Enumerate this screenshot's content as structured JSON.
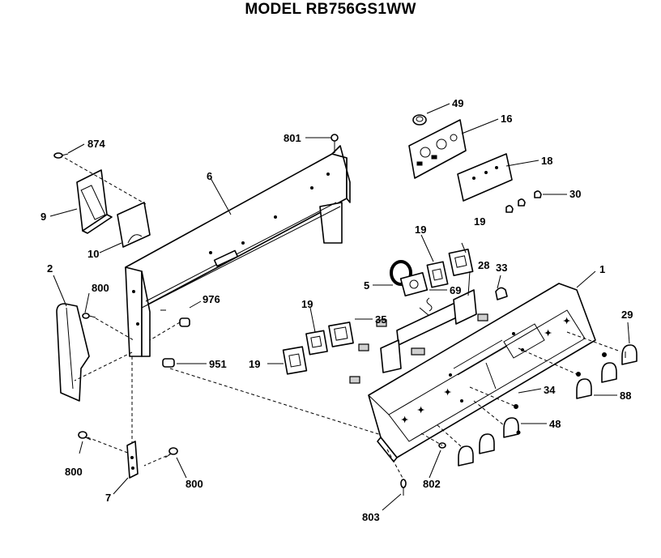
{
  "title": "MODEL RB756GS1WW",
  "callouts": {
    "c874": "874",
    "c9": "9",
    "c10": "10",
    "c6": "6",
    "c801": "801",
    "c49": "49",
    "c16": "16",
    "c18": "18",
    "c30": "30",
    "c2": "2",
    "c800a": "800",
    "c976": "976",
    "c19a": "19",
    "c19b": "19",
    "c19c": "19",
    "c19d": "19",
    "c5": "5",
    "c69": "69",
    "c28": "28",
    "c33": "33",
    "c1": "1",
    "c35": "35",
    "c951": "951",
    "c29": "29",
    "c34": "34",
    "c88": "88",
    "c48": "48",
    "c800b": "800",
    "c800c": "800",
    "c7": "7",
    "c802": "802",
    "c803": "803"
  }
}
